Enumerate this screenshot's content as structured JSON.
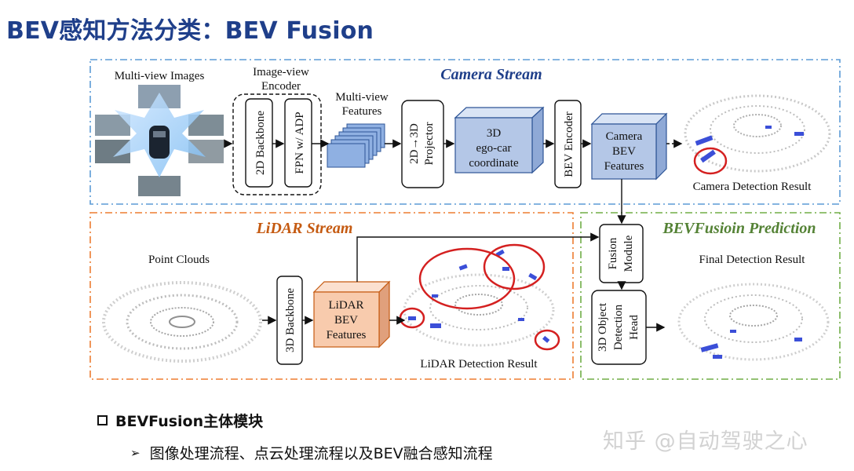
{
  "title": "BEV感知方法分类：BEV Fusion",
  "diagram": {
    "camera_stream_label": "Camera Stream",
    "lidar_stream_label": "LiDAR Stream",
    "fusion_prediction_label": "BEVFusioin Prediction",
    "multiview_images_label": "Multi-view Images",
    "image_view_encoder_label": [
      "Image-view",
      "Encoder"
    ],
    "backbone_2d_label": "2D Backbone",
    "fpn_label": "FPN w/ ADP",
    "multiview_features_label": [
      "Multi-view",
      "Features"
    ],
    "projector_label": [
      "2D→3D",
      "Projector"
    ],
    "ego_car_label": [
      "3D",
      "ego-car",
      "coordinate"
    ],
    "bev_encoder_label": "BEV Encoder",
    "camera_bev_features_label": [
      "Camera",
      "BEV",
      "Features"
    ],
    "camera_detection_label": "Camera Detection Result",
    "point_clouds_label": "Point Clouds",
    "backbone_3d_label": "3D Backbone",
    "lidar_bev_features_label": [
      "LiDAR",
      "BEV",
      "Features"
    ],
    "lidar_detection_label": "LiDAR Detection Result",
    "fusion_module_label": [
      "Fusion",
      "Module"
    ],
    "detection_head_label": [
      "3D Object",
      "Detection",
      "Head"
    ],
    "final_detection_label": "Final Detection Result",
    "colors": {
      "camera_border": "#5b9bd5",
      "lidar_border": "#ed7d31",
      "fusion_border": "#70ad47",
      "camera_title": "#1f3f8a",
      "lidar_title": "#c55a11",
      "fusion_title": "#548235",
      "box_blue": "#b4c7e7",
      "box_orange": "#f8cbad",
      "detection_blue": "#3b4fd8",
      "circle_red": "#d42020"
    }
  },
  "bullet": {
    "heading": "BEVFusion主体模块",
    "item": "图像处理流程、点云处理流程以及BEV融合感知流程"
  },
  "watermark": "知乎 @自动驾驶之心"
}
